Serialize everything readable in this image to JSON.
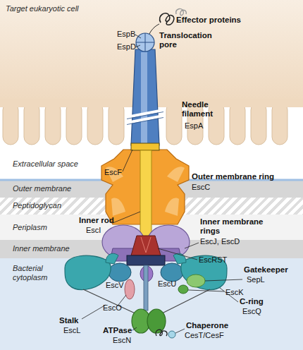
{
  "diagram": {
    "nodes": [
      {
        "text": [
          "Target eukaryotic cell"
        ]
      },
      {
        "text": [
          "Extracellular space"
        ]
      },
      {
        "text": [
          "Outer membrane"
        ]
      },
      {
        "text": [
          "Peptidoglycan"
        ]
      },
      {
        "text": [
          "Periplasm"
        ]
      },
      {
        "text": [
          "Inner membrane"
        ]
      },
      {
        "text": [
          "Bacterial cytoplasm"
        ]
      }
    ],
    "labels": [
      "Effector proteins",
      "EspB",
      "EspD",
      "Translocation pore",
      "Needle filament",
      "EspA",
      "EscF",
      "Outer membrane ring",
      "EscC",
      "Inner rod",
      "EscI",
      "Inner membrane rings",
      "EscJ, EscD",
      "EscRST",
      "Gatekeeper",
      "SepL",
      "EscK",
      "EscV",
      "EscU",
      "C-ring",
      "EscQ",
      "EscO",
      "Stalk",
      "EscL",
      "ATPase",
      "EscN",
      "Chaperone",
      "CesT/CesF"
    ]
  }
}
